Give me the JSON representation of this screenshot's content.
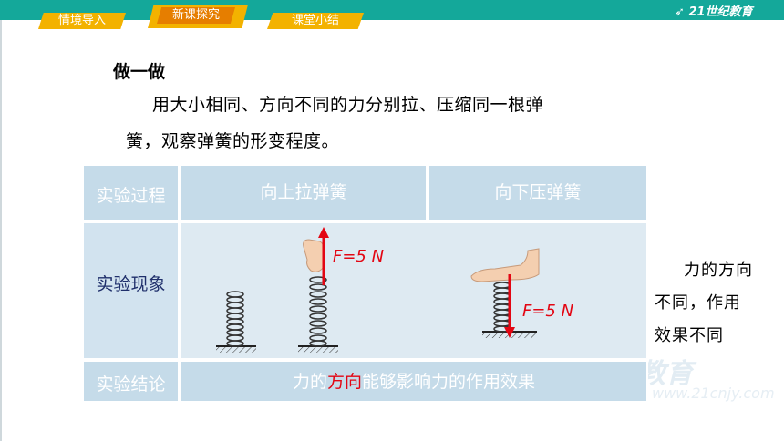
{
  "nav": {
    "tabs": [
      {
        "label": "情境导入"
      },
      {
        "label": "新课探究"
      },
      {
        "label": "课堂小结"
      }
    ],
    "logo_text": "21世纪教育"
  },
  "content": {
    "heading": "做一做",
    "paragraph_line1": "用大小相同、方向不同的力分别拉、压缩同一根弹",
    "paragraph_line2": "簧，观察弹簧的形变程度。"
  },
  "table": {
    "row1_label": "实验过程",
    "col1_header": "向上拉弹簧",
    "col2_header": "向下压弹簧",
    "row2_label": "实验现象",
    "force_up_label": "F=5 N",
    "force_down_label": "F=5 N",
    "row3_label": "实验结论",
    "conclusion_prefix": "力的",
    "conclusion_highlight": "方向",
    "conclusion_suffix": "能够影响力的作用效果"
  },
  "side_note": {
    "line1": "力的方向",
    "line2": "不同，作用",
    "line3": "效果不同"
  },
  "watermark": {
    "main": "世纪教育",
    "sub": "www.21cnjy.com"
  },
  "colors": {
    "topbar": "#14a89a",
    "tab": "#f3b200",
    "tab_active": "#e67e00",
    "table_header": "#c5dbe9",
    "arrow_red": "#e30613"
  }
}
